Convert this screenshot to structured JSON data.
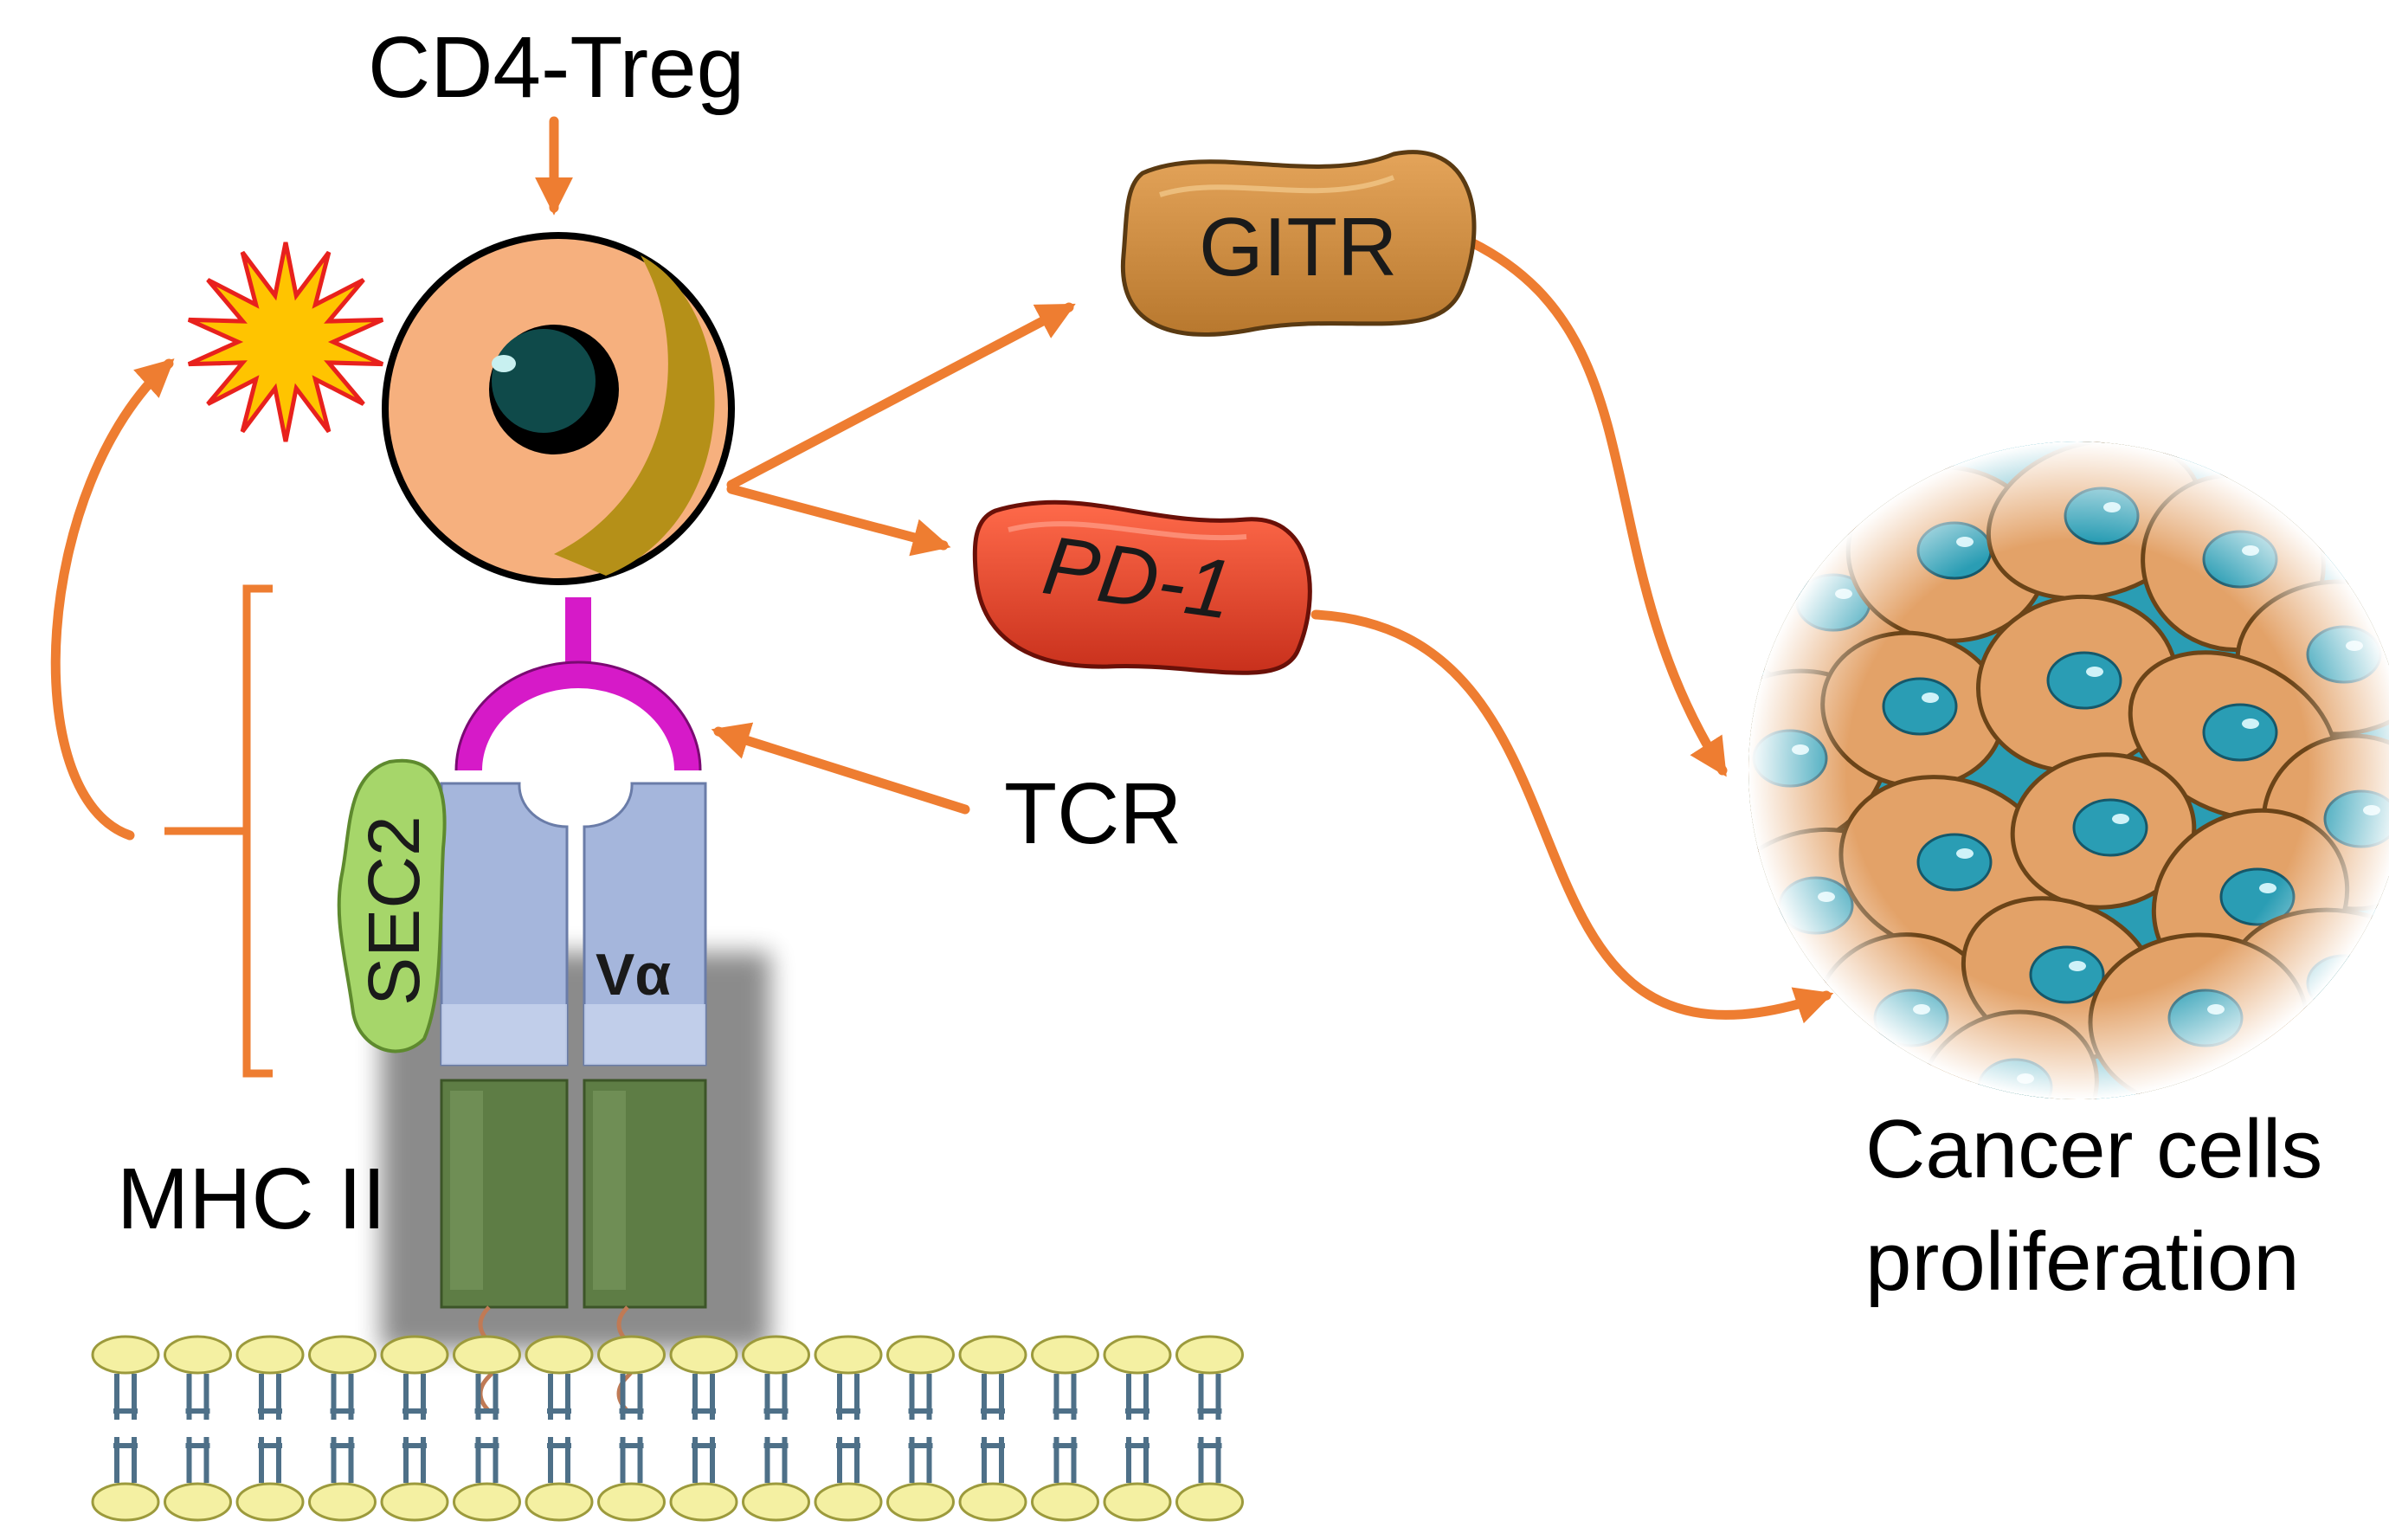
{
  "labels": {
    "treg": "CD4-Treg",
    "tcr": "TCR",
    "mhc": "MHC II",
    "cancer_line1": "Cancer cells",
    "cancer_line2": "proliferation"
  },
  "markers": {
    "gitr": "GITR",
    "pd1": "PD-1",
    "sec2": "SEC2",
    "valpha": "Vα"
  },
  "colors": {
    "arrow": "#EE7D31",
    "treg_cell": "#F6B07E",
    "gitr": "#D08A3A",
    "pd1": "#E8432A",
    "sec2": "#A6D66A",
    "tcr_arc": "#D61AC8",
    "tcr_chain": "#A5B6DC",
    "mhc": "#5E7D45",
    "membrane_head": "#F4F0A2",
    "cancer_cell": "#E3A268",
    "cancer_nucleus": "#2A9DB4"
  }
}
